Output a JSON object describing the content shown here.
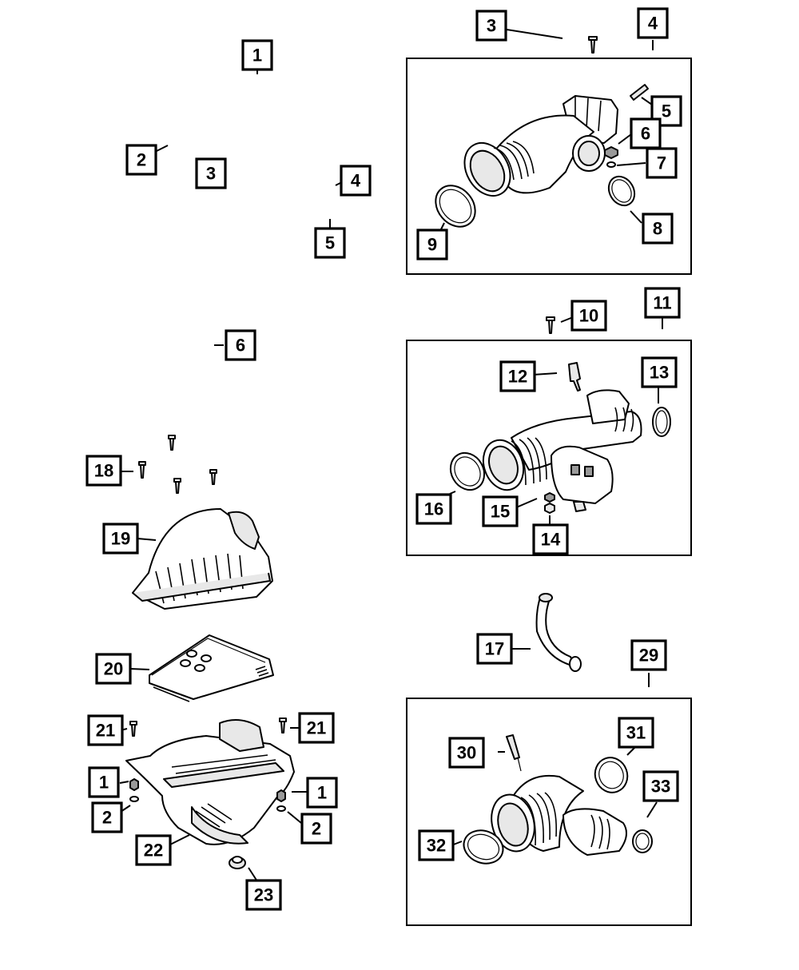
{
  "callouts": {
    "c1": "1",
    "c2": "2",
    "c3": "3",
    "c4": "4",
    "c5": "5",
    "c6": "6",
    "c7": "7",
    "c8": "8",
    "c9": "9",
    "c10": "10",
    "c11": "11",
    "c12": "12",
    "c13": "13",
    "c14": "14",
    "c15": "15",
    "c16": "16",
    "c17": "17",
    "c18": "18",
    "c19": "19",
    "c20": "20",
    "c21": "21",
    "c22": "22",
    "c23": "23",
    "c29": "29",
    "c30": "30",
    "c31": "31",
    "c32": "32",
    "c33": "33"
  }
}
